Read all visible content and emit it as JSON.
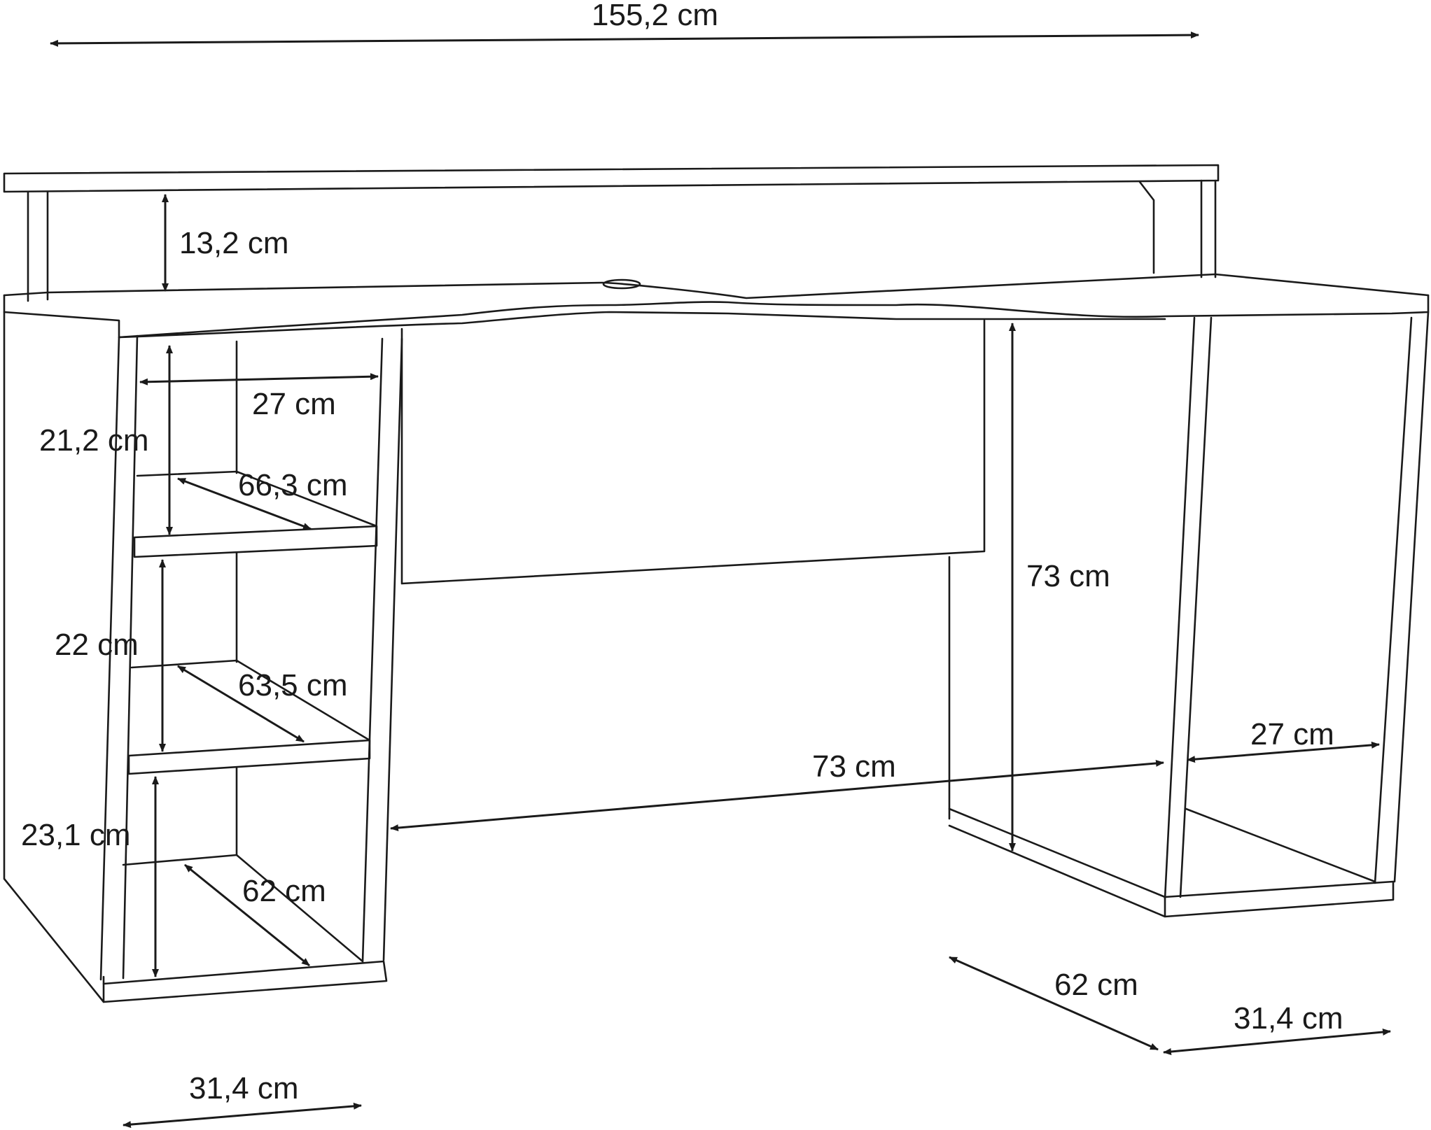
{
  "dimensions": {
    "total_width": "155,2 cm",
    "hutch_height": "13,2 cm",
    "shelf_top_width": "27 cm",
    "shelf_top_height": "21,2 cm",
    "shelf_top_depth": "66,3 cm",
    "shelf_mid_height": "22 cm",
    "shelf_mid_depth": "63,5 cm",
    "shelf_bottom_height": "23,1 cm",
    "shelf_bottom_depth": "62 cm",
    "left_base_width": "31,4 cm",
    "desk_height": "73 cm",
    "legroom_width": "73 cm",
    "right_inner_width": "27 cm",
    "right_depth": "62 cm",
    "right_base_width": "31,4 cm"
  },
  "colors": {
    "line": "#1a1a1a",
    "background": "#ffffff"
  }
}
